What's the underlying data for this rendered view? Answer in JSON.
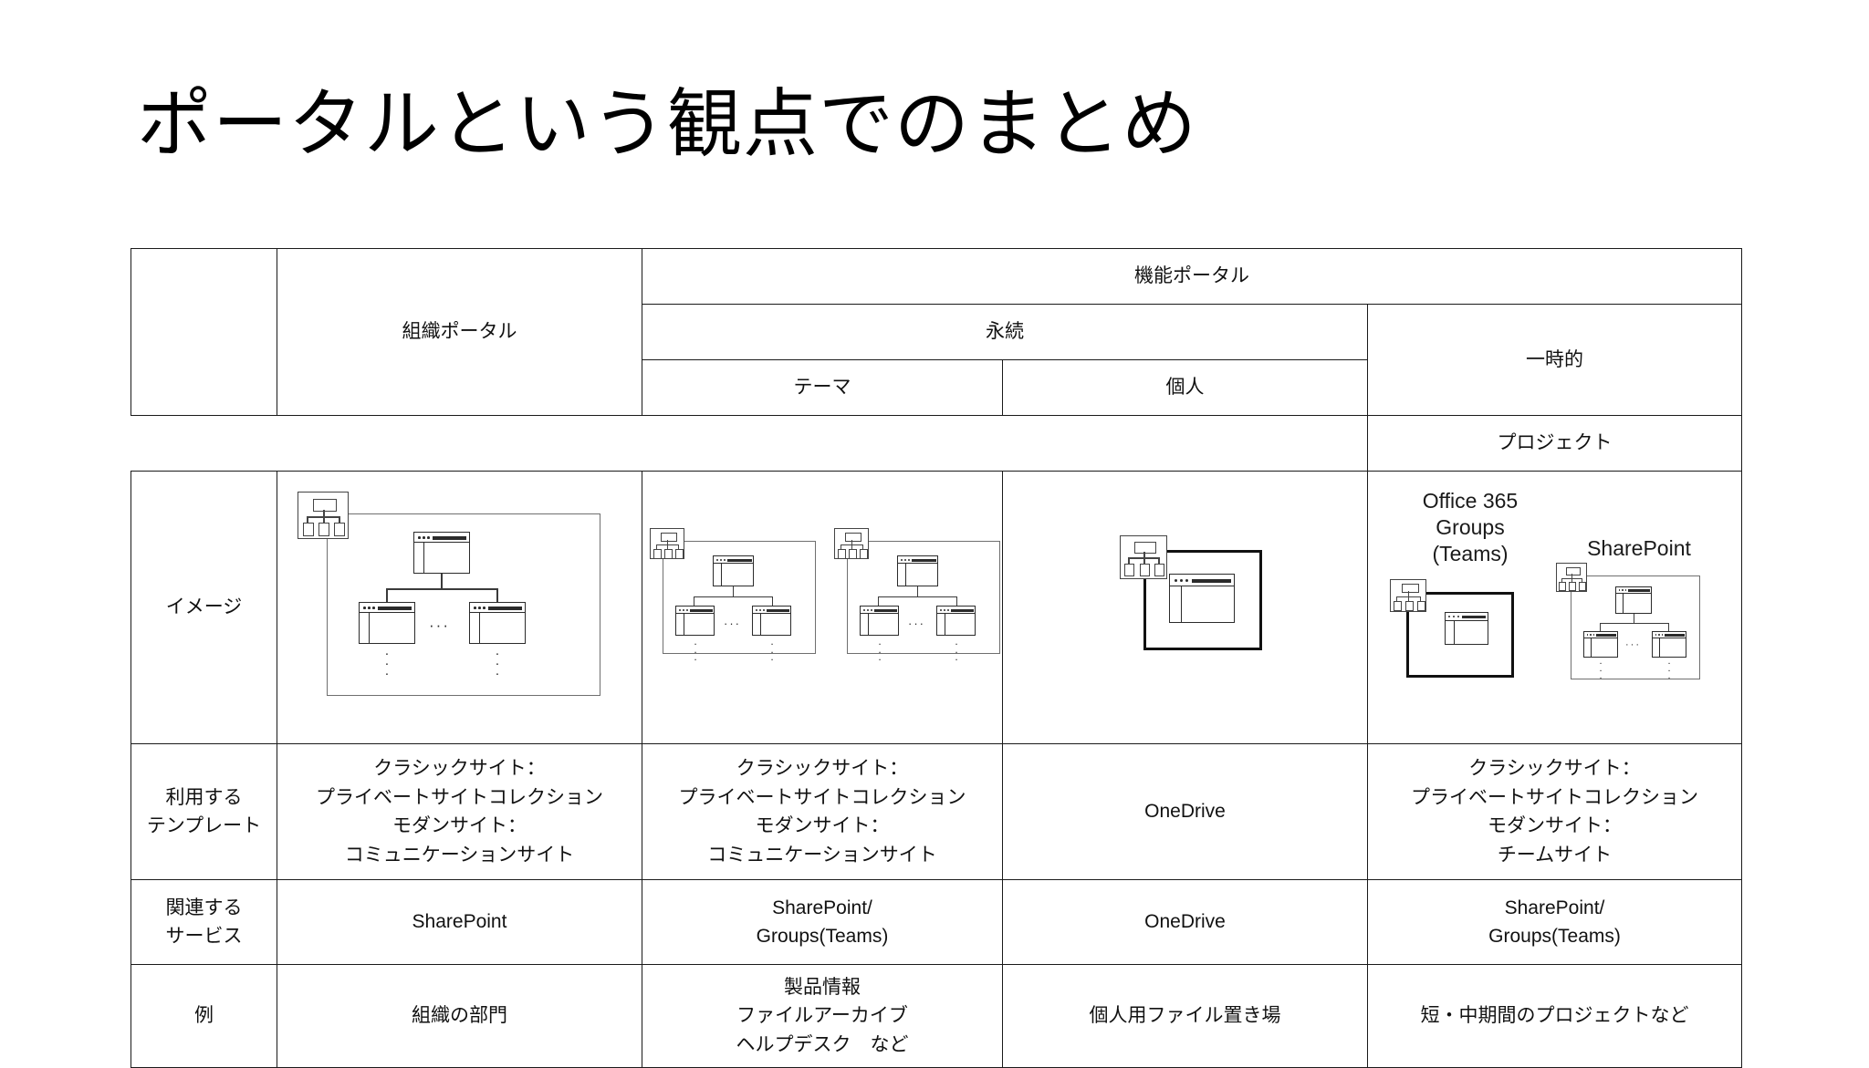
{
  "slide": {
    "title": "ポータルという観点でのまとめ"
  },
  "table": {
    "corner": "",
    "columns": {
      "org_portal": "組織ポータル",
      "function_portal": "機能ポータル",
      "persistent": "永続",
      "temporary": "一時的",
      "theme": "テーマ",
      "personal": "個人",
      "project": "プロジェクト"
    },
    "rows": {
      "image": {
        "label": "イメージ"
      },
      "template": {
        "label": "利用する\nテンプレート",
        "label_line1": "利用する",
        "label_line2": "テンプレート",
        "org_portal": "クラシックサイト：\nプライベートサイトコレクション\nモダンサイト：\nコミュニケーションサイト",
        "theme": "クラシックサイト：\nプライベートサイトコレクション\nモダンサイト：\nコミュニケーションサイト",
        "personal": "OneDrive",
        "project": "クラシックサイト：\nプライベートサイトコレクション\nモダンサイト：\nチームサイト"
      },
      "service": {
        "label_line1": "関連する",
        "label_line2": "サービス",
        "org_portal": "SharePoint",
        "theme": "SharePoint/\nGroups(Teams)",
        "personal": "OneDrive",
        "project": "SharePoint/\nGroups(Teams)"
      },
      "example": {
        "label": "例",
        "org_portal": "組織の部門",
        "theme": "製品情報\nファイルアーカイブ\nヘルプデスク　など",
        "personal": "個人用ファイル置き場",
        "project": "短・中期間のプロジェクトなど"
      }
    },
    "diagram_captions": {
      "office365_groups_teams": "Office 365\nGroups\n(Teams)",
      "sharepoint": "SharePoint"
    }
  },
  "colors": {
    "border": "#1a1a1a",
    "diagram_line": "#2b2b2b",
    "diagram_outer": "#6f6f6f",
    "text": "#000000",
    "background": "#ffffff"
  }
}
